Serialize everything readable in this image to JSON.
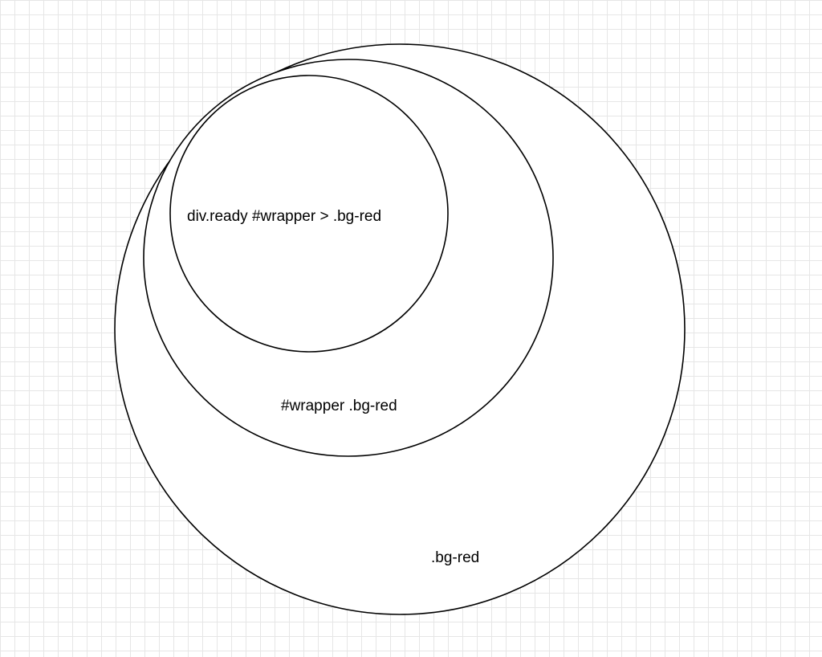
{
  "diagram": {
    "sets": [
      {
        "id": "outer",
        "label": ".bg-red"
      },
      {
        "id": "middle",
        "label": "#wrapper .bg-red"
      },
      {
        "id": "inner",
        "label": "div.ready #wrapper > .bg-red"
      }
    ]
  },
  "colors": {
    "stroke": "#000000",
    "fill": "#ffffff",
    "grid": "#e6e6e6",
    "background": "#ffffff"
  }
}
